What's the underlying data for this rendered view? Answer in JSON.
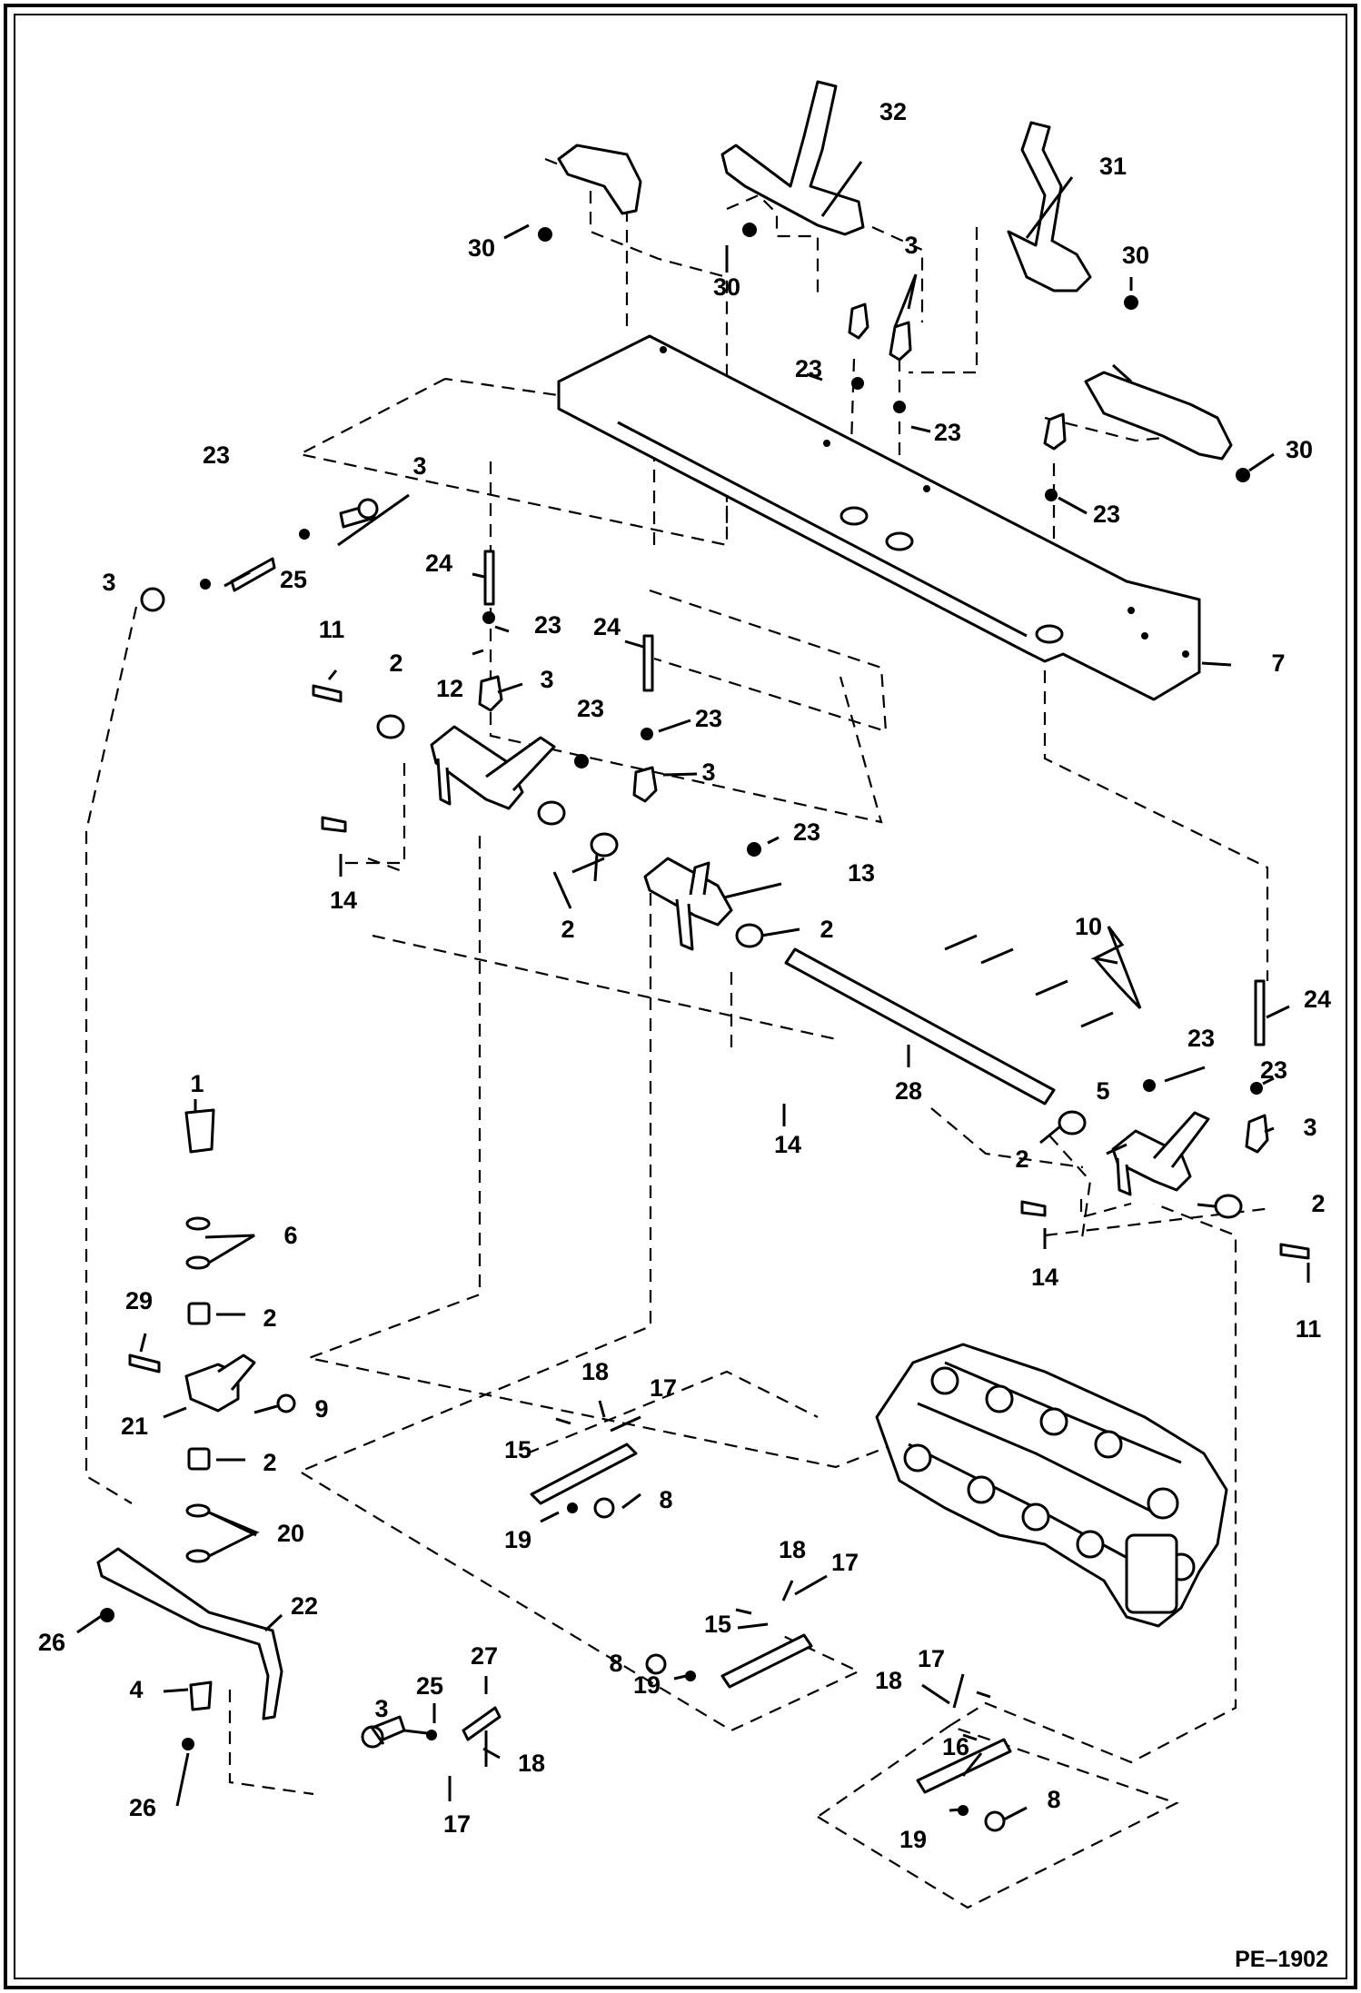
{
  "drawing": {
    "code": "PE–1902"
  },
  "callouts": {
    "c1": "1",
    "c2a": "2",
    "c2b": "2",
    "c2c": "2",
    "c2d": "2",
    "c2e": "2",
    "c2f": "2",
    "c2g": "2",
    "c3a": "3",
    "c3b": "3",
    "c3c": "3",
    "c3d": "3",
    "c3e": "3",
    "c3f": "3",
    "c3g": "3",
    "c4": "4",
    "c5": "5",
    "c6": "6",
    "c7": "7",
    "c8a": "8",
    "c8b": "8",
    "c8c": "8",
    "c9": "9",
    "c10": "10",
    "c11a": "11",
    "c11b": "11",
    "c12": "12",
    "c13": "13",
    "c14a": "14",
    "c14b": "14",
    "c14c": "14",
    "c15a": "15",
    "c15b": "15",
    "c16": "16",
    "c17a": "17",
    "c17b": "17",
    "c17c": "17",
    "c17d": "17",
    "c18a": "18",
    "c18b": "18",
    "c18c": "18",
    "c18d": "18",
    "c19a": "19",
    "c19b": "19",
    "c19c": "19",
    "c20": "20",
    "c21": "21",
    "c22": "22",
    "c23a": "23",
    "c23b": "23",
    "c23c": "23",
    "c23d": "23",
    "c23e": "23",
    "c23f": "23",
    "c23g": "23",
    "c23h": "23",
    "c23i": "23",
    "c23j": "23",
    "c24a": "24",
    "c24b": "24",
    "c24c": "24",
    "c25a": "25",
    "c25b": "25",
    "c26a": "26",
    "c26b": "26",
    "c27": "27",
    "c28": "28",
    "c29": "29",
    "c30a": "30",
    "c30b": "30",
    "c30c": "30",
    "c30d": "30",
    "c31": "31",
    "c32": "32"
  }
}
